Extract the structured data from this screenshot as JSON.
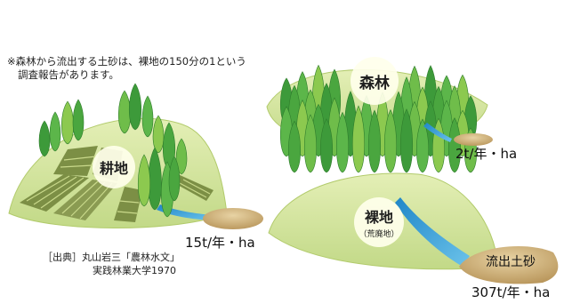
{
  "note": {
    "line1": "※森林から流出する土砂は、裸地の150分の1という",
    "line2": "調査報告があります。"
  },
  "source": {
    "line1": "［出典］丸山岩三「農林水文」",
    "line2": "実践林業大学1970"
  },
  "farmland": {
    "label": "耕地",
    "rate": "15t/年・ha"
  },
  "forest": {
    "label": "森林",
    "rate": "2t/年・ha"
  },
  "bare": {
    "label": "裸地",
    "sublabel": "（荒廃地）",
    "rate": "307t/年・ha",
    "sediment_label": "流出土砂"
  },
  "colors": {
    "ground": "#d6e6a0",
    "ground_edge": "#b7cf72",
    "tree_dark": "#3d9a3a",
    "tree_mid": "#5cb64a",
    "tree_light": "#8cc94f",
    "water": "#3aa3d8",
    "sediment": "#d2b57d",
    "field": "#6d7f3a"
  }
}
